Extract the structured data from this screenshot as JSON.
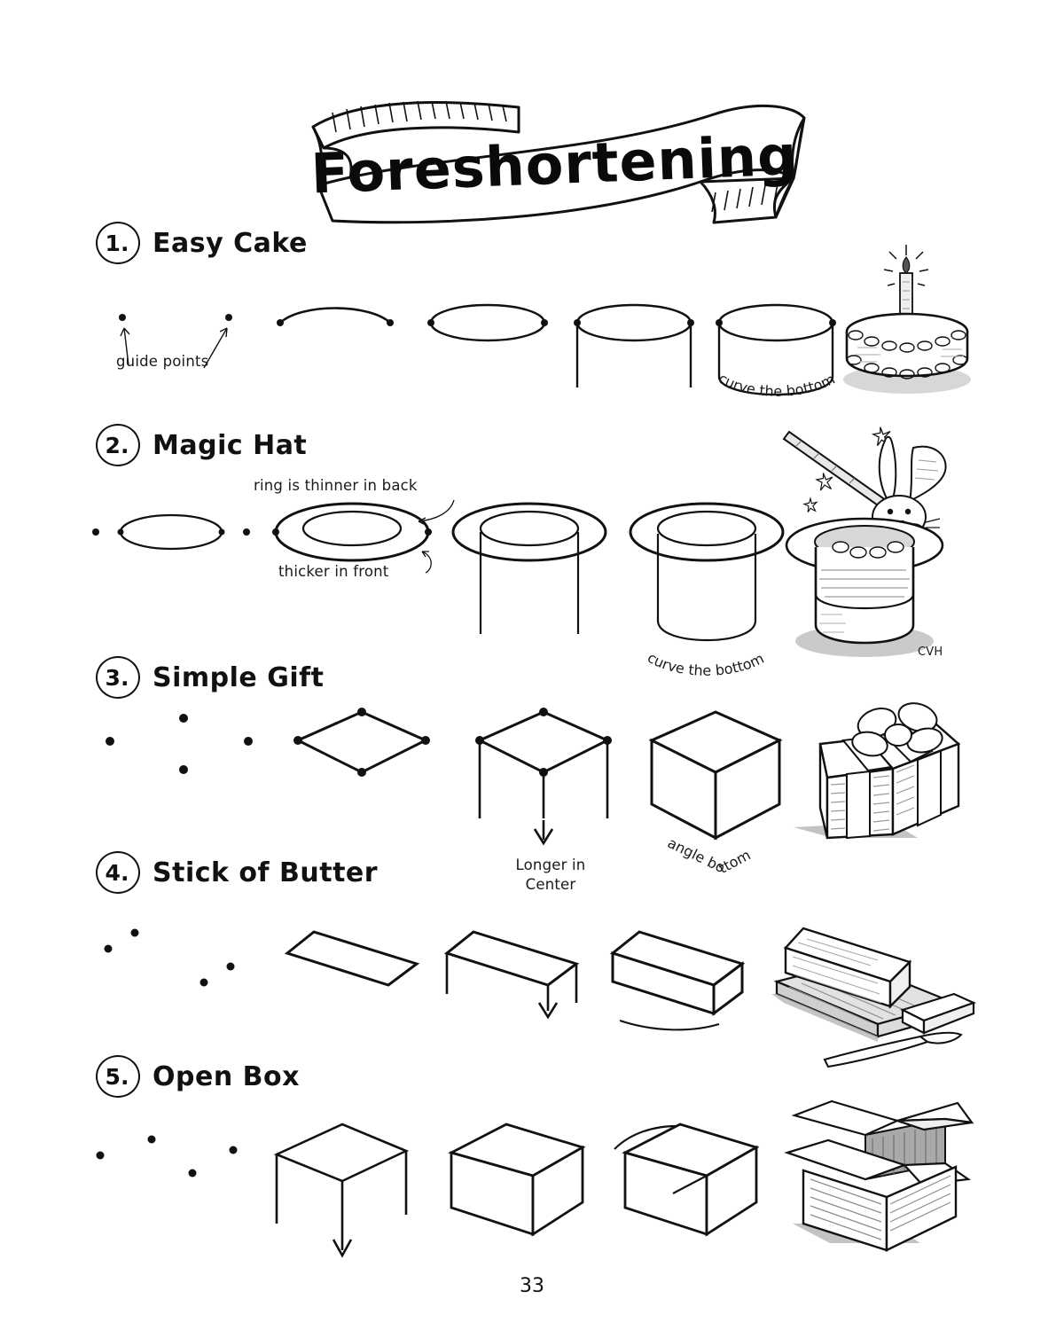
{
  "document": {
    "title": "Foreshortening",
    "page_number": "33",
    "signature": "CVH"
  },
  "steps": [
    {
      "number": "1.",
      "title": "Easy Cake",
      "annotations": [
        {
          "name": "guide-points",
          "text": "guide points"
        },
        {
          "name": "curve-the-bottom",
          "text": "curve the bottom"
        }
      ],
      "figures": [
        "guide-points-pair",
        "arc-top",
        "ellipse",
        "ellipse-with-sides",
        "cylinder",
        "finished-cake-with-candle"
      ]
    },
    {
      "number": "2.",
      "title": "Magic Hat",
      "annotations": [
        {
          "name": "ring-thinner-back",
          "text": "ring is thinner in back"
        },
        {
          "name": "thicker-in-front",
          "text": "thicker in front"
        },
        {
          "name": "curve-the-bottom",
          "text": "curve the bottom"
        }
      ],
      "figures": [
        "ellipse-with-dots",
        "double-ring-brim",
        "brim-with-sides",
        "hat-cylinder",
        "finished-hat-with-rabbit"
      ]
    },
    {
      "number": "3.",
      "title": "Simple Gift",
      "annotations": [
        {
          "name": "longer-in-center",
          "text": "Longer in\nCenter"
        },
        {
          "name": "angle-bottom",
          "text": "angle bottom"
        }
      ],
      "figures": [
        "four-guide-dots",
        "diamond-top",
        "diamond-with-verticals",
        "cube",
        "finished-gift-with-bow"
      ]
    },
    {
      "number": "4.",
      "title": "Stick of Butter",
      "annotations": [],
      "figures": [
        "four-guide-dots-wide",
        "flat-parallelogram",
        "bar-with-verticals",
        "butter-bar",
        "finished-butter-on-dish"
      ]
    },
    {
      "number": "5.",
      "title": "Open Box",
      "annotations": [],
      "figures": [
        "four-guide-dots-box",
        "box-top-with-verticals",
        "closed-box",
        "box-with-flap-lines",
        "finished-open-box"
      ]
    }
  ],
  "annotation_text": {
    "guide_points": "guide points",
    "curve_the_bottom": "curve the bottom",
    "ring_thinner_back": "ring is thinner in back",
    "thicker_in_front": "thicker in front",
    "longer_in_center_line1": "Longer in",
    "longer_in_center_line2": "Center",
    "angle_bottom": "angle bottom"
  },
  "colors": {
    "ink": "#111111",
    "paper": "#ffffff",
    "shade": "#9a9a9a"
  }
}
